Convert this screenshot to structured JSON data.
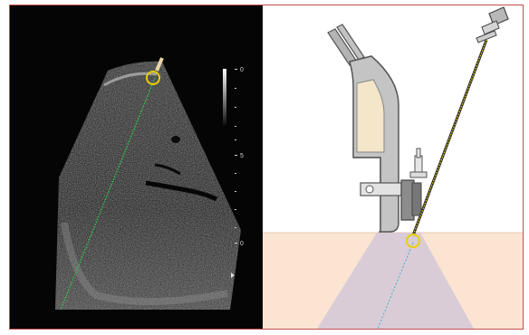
{
  "ultrasound": {
    "depth_scale": {
      "labels": [
        "0",
        "5",
        "0"
      ]
    }
  },
  "diagram": {
    "icons": [
      "ultrasound-probe-icon",
      "needle-guide-icon",
      "needle-hub-icon",
      "needle-tip-marker-icon"
    ]
  },
  "colors": {
    "frame_border": "#c0504d",
    "needle_path": "#27d84a",
    "needle_tip_marker": "#e8d000",
    "tissue": "#fbe4d2",
    "beam": "#d2c8d8"
  }
}
